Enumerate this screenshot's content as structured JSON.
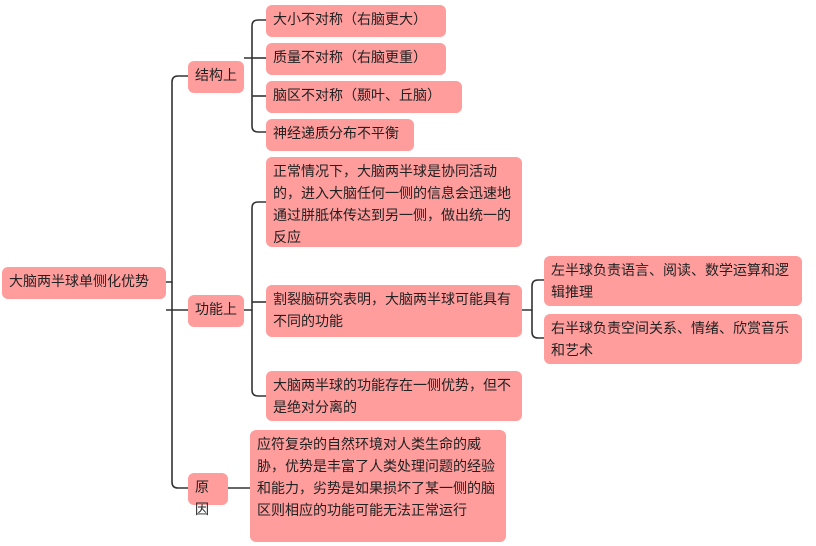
{
  "root": "大脑两半球单侧化优势",
  "branches": [
    {
      "label": "结构上",
      "children": [
        "大小不对称（右脑更大）",
        "质量不对称（右脑更重）",
        "脑区不对称（颞叶、丘脑）",
        "神经递质分布不平衡"
      ]
    },
    {
      "label": "功能上",
      "children": [
        "正常情况下，大脑两半球是协同活动的，进入大脑任何一侧的信息会迅速地通过胼胝体传达到另一侧，做出统一的反应",
        "割裂脑研究表明，大脑两半球可能具有不同的功能",
        "大脑两半球的功能存在一侧优势，但不是绝对分离的"
      ],
      "sub_children": [
        "左半球负责语言、阅读、数学运算和逻辑推理",
        "右半球负责空间关系、情绪、欣赏音乐和艺术"
      ]
    },
    {
      "label": "原因",
      "children": [
        "应符复杂的自然环境对人类生命的威胁，优势是丰富了人类处理问题的经验和能力，劣势是如果损坏了某一侧的脑区则相应的功能可能无法正常运行"
      ]
    }
  ],
  "colors": {
    "node_fill": "#ff9c9c",
    "line": "#333333"
  }
}
